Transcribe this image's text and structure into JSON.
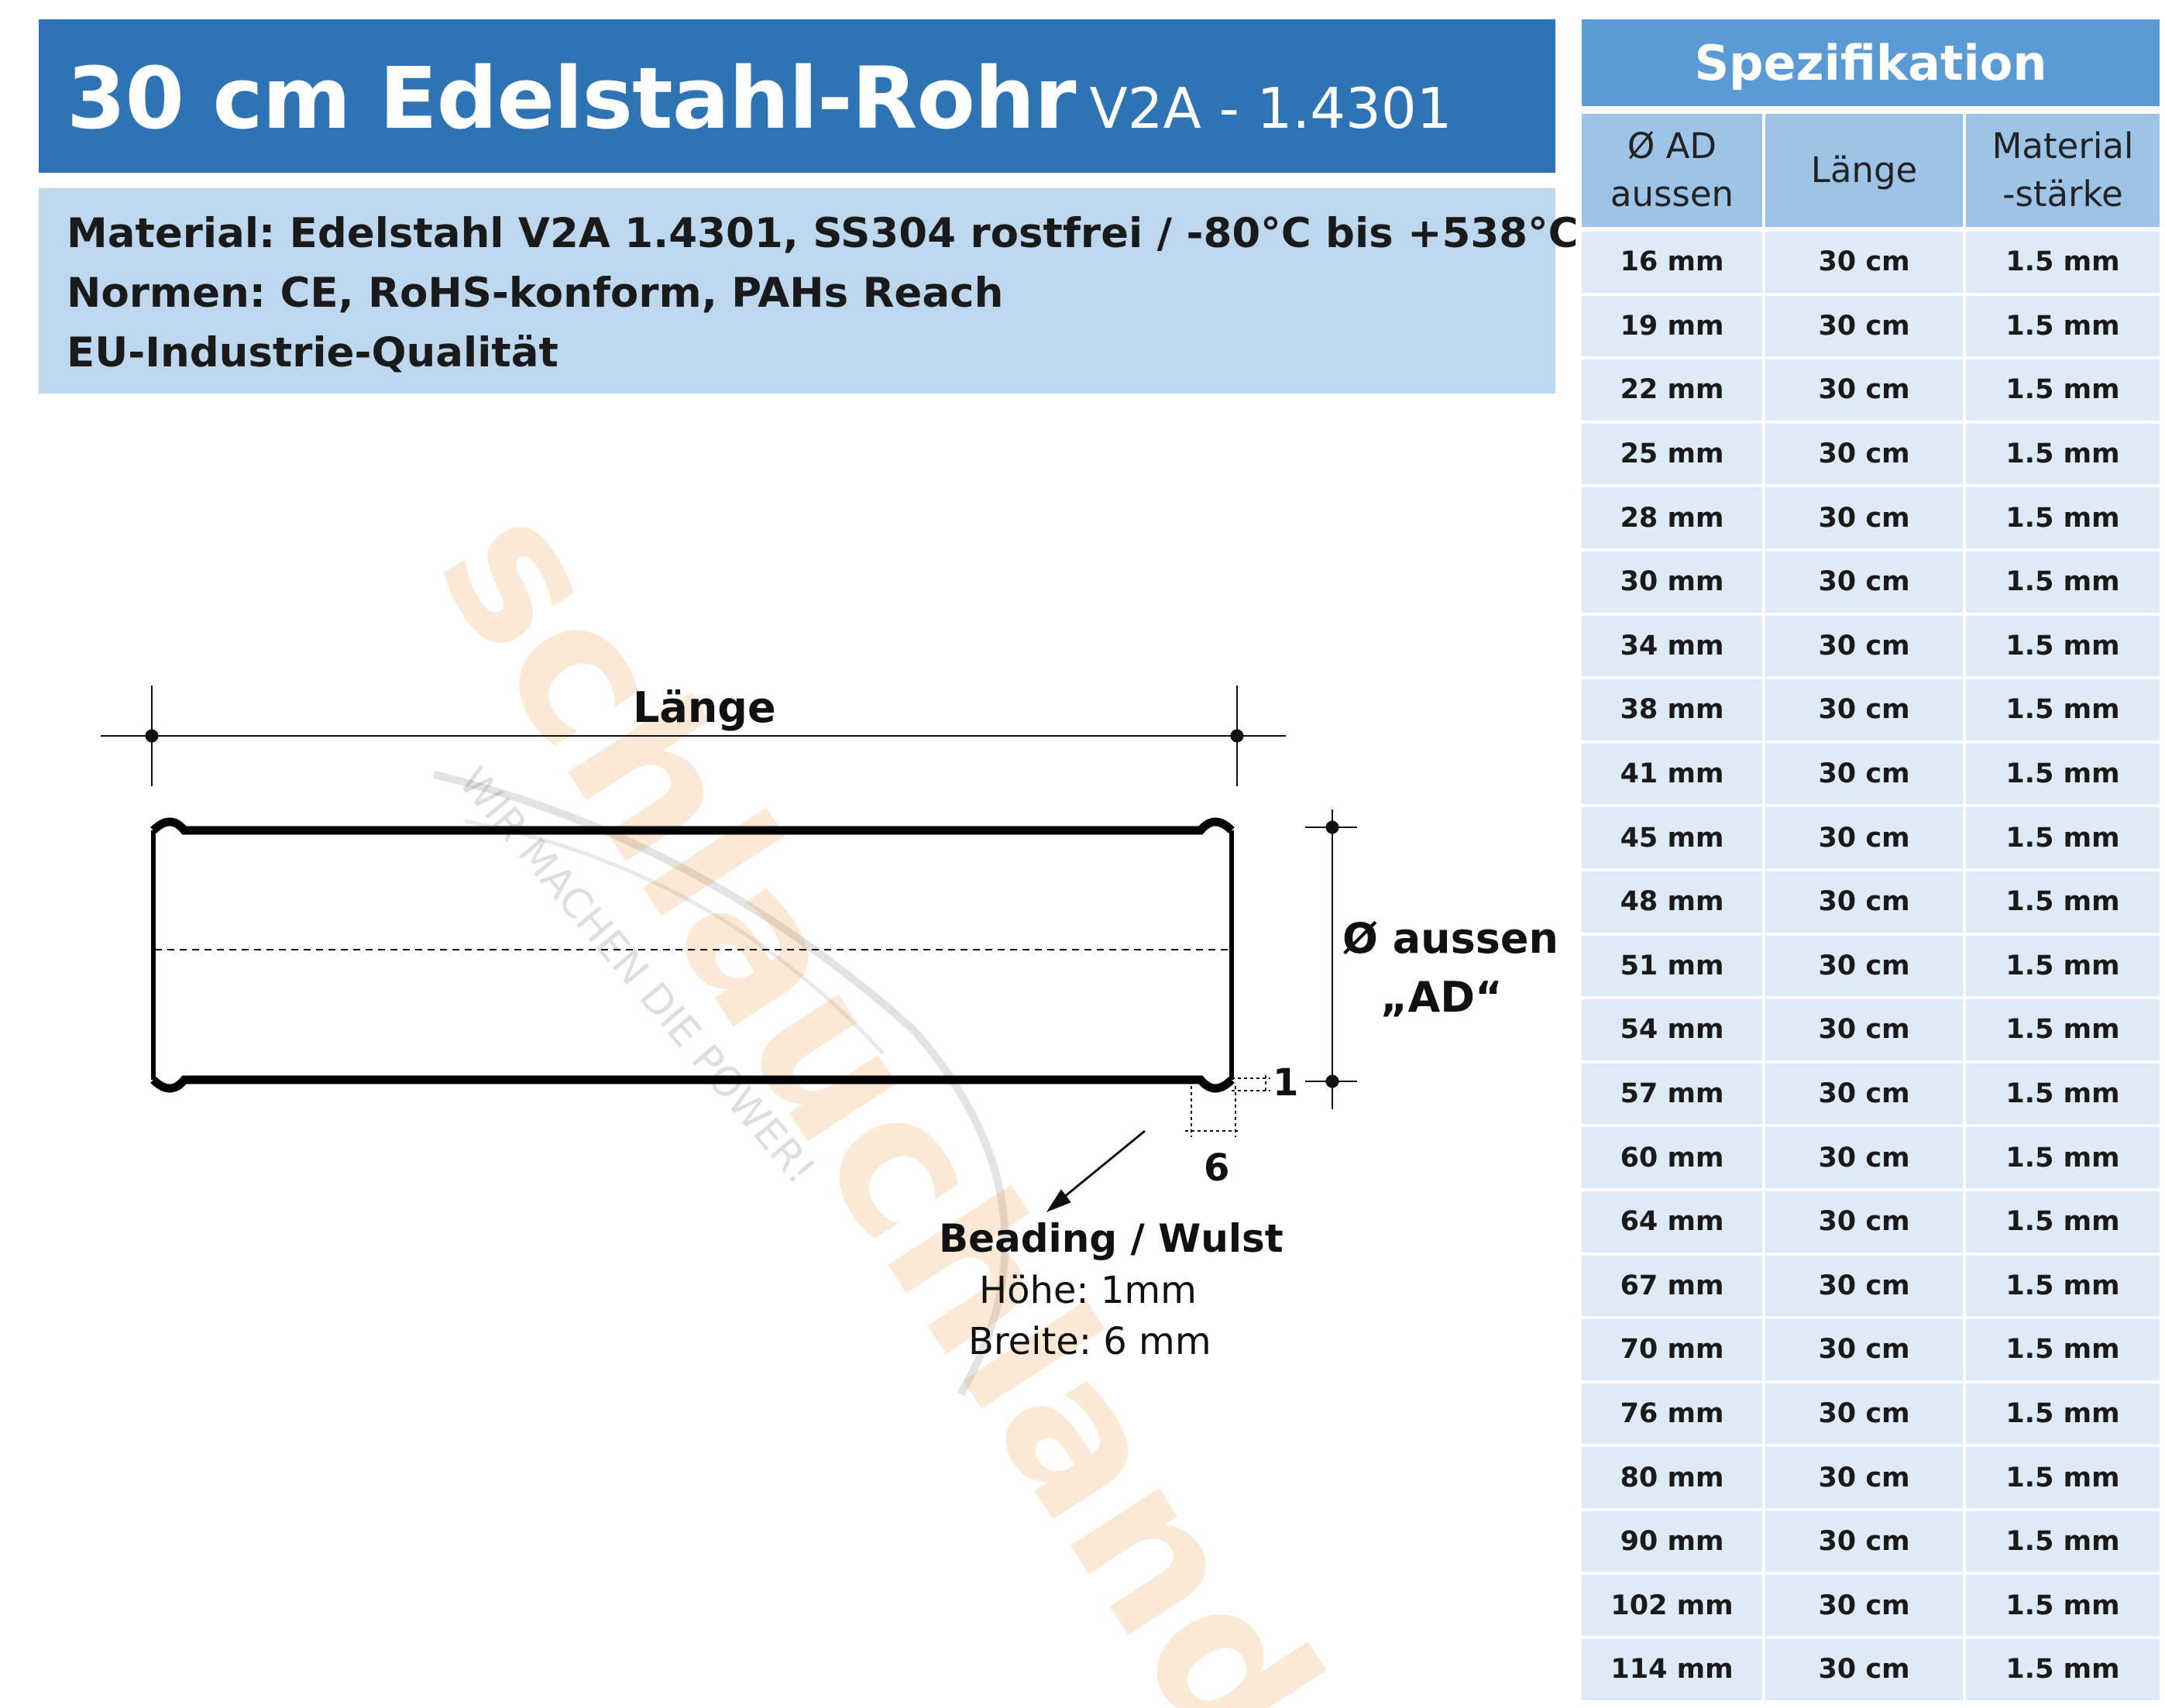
{
  "header": {
    "title": "30 cm Edelstahl-Rohr",
    "subtitle": "V2A - 1.4301"
  },
  "info": {
    "lines": [
      "Material: Edelstahl V2A 1.4301, SS304 rostfrei / -80°C bis +538°C",
      "Normen: CE, RoHS-konform, PAHs Reach",
      "EU-Industrie-Qualität"
    ]
  },
  "spec": {
    "title": "Spezifikation",
    "headers": [
      "Ø AD\naussen",
      "Länge",
      "Material\n-stärke"
    ],
    "rows": [
      [
        "16 mm",
        "30 cm",
        "1.5 mm"
      ],
      [
        "19 mm",
        "30 cm",
        "1.5 mm"
      ],
      [
        "22 mm",
        "30 cm",
        "1.5 mm"
      ],
      [
        "25 mm",
        "30 cm",
        "1.5 mm"
      ],
      [
        "28 mm",
        "30 cm",
        "1.5 mm"
      ],
      [
        "30 mm",
        "30 cm",
        "1.5 mm"
      ],
      [
        "34 mm",
        "30 cm",
        "1.5 mm"
      ],
      [
        "38 mm",
        "30 cm",
        "1.5 mm"
      ],
      [
        "41 mm",
        "30 cm",
        "1.5 mm"
      ],
      [
        "45 mm",
        "30 cm",
        "1.5 mm"
      ],
      [
        "48 mm",
        "30 cm",
        "1.5 mm"
      ],
      [
        "51 mm",
        "30 cm",
        "1.5 mm"
      ],
      [
        "54 mm",
        "30 cm",
        "1.5 mm"
      ],
      [
        "57 mm",
        "30 cm",
        "1.5 mm"
      ],
      [
        "60 mm",
        "30 cm",
        "1.5 mm"
      ],
      [
        "64 mm",
        "30 cm",
        "1.5 mm"
      ],
      [
        "67 mm",
        "30 cm",
        "1.5 mm"
      ],
      [
        "70 mm",
        "30 cm",
        "1.5 mm"
      ],
      [
        "76 mm",
        "30 cm",
        "1.5 mm"
      ],
      [
        "80 mm",
        "30 cm",
        "1.5 mm"
      ],
      [
        "90 mm",
        "30 cm",
        "1.5 mm"
      ],
      [
        "102 mm",
        "30 cm",
        "1.5 mm"
      ],
      [
        "114 mm",
        "30 cm",
        "1.5 mm"
      ]
    ]
  },
  "drawing": {
    "length_label": "Länge",
    "diameter_label": "Ø aussen",
    "diameter_abbr": "„AD“",
    "bead_height_dim": "1",
    "bead_width_dim": "6",
    "bead_title": "Beading / Wulst",
    "bead_height": "Höhe: 1mm",
    "bead_width": "Breite: 6 mm"
  },
  "watermark": {
    "brand": "schlauchland",
    "slogan": "WIR MACHEN DIE POWER!"
  }
}
